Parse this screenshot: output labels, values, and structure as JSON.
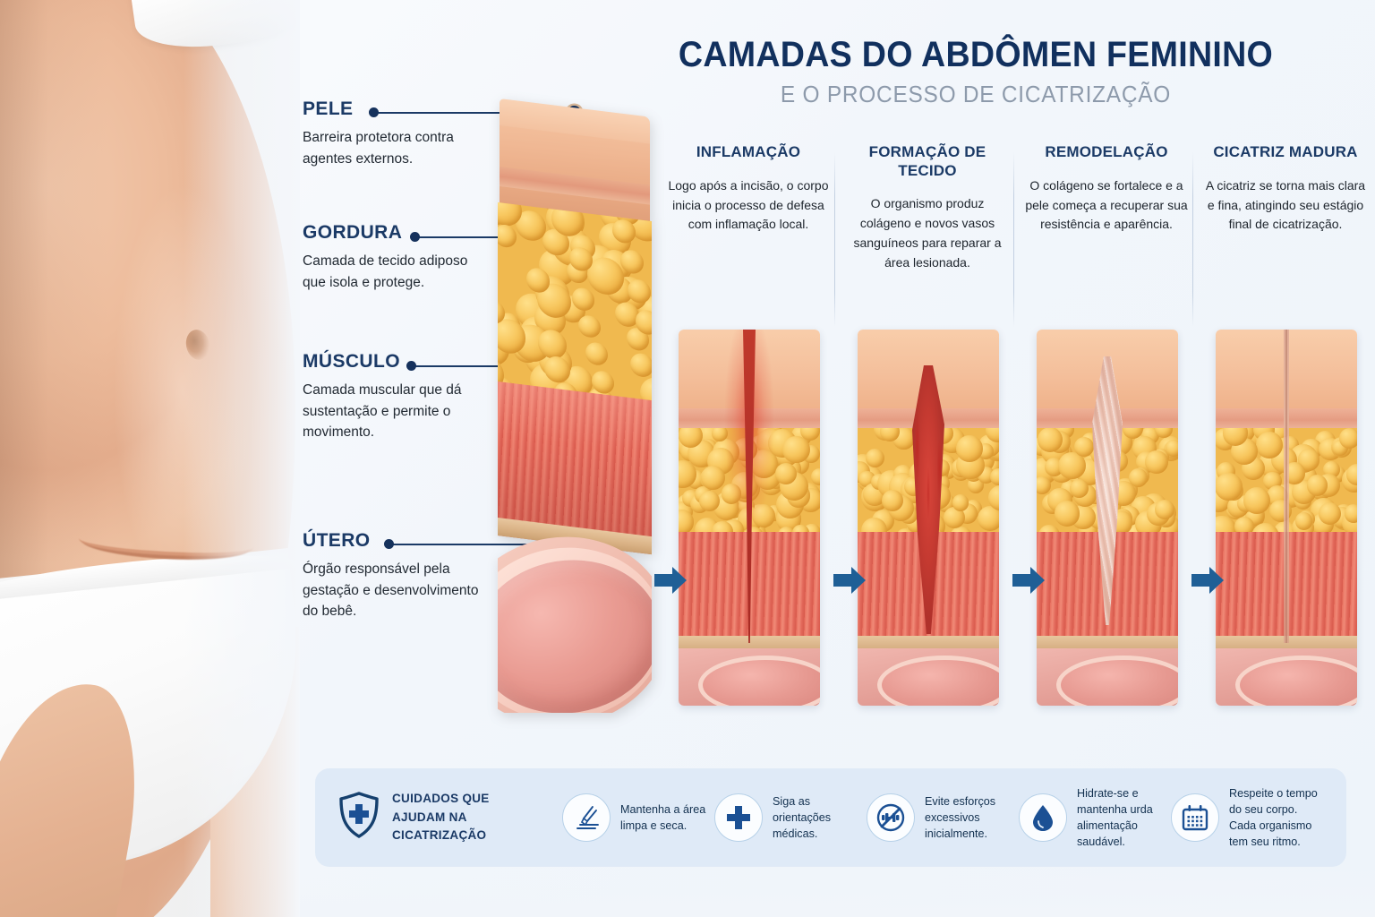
{
  "header": {
    "title": "CAMADAS DO ABDÔMEN FEMININO",
    "subtitle": "E O PROCESSO DE CICATRIZAÇÃO"
  },
  "colors": {
    "navy": "#11305e",
    "label_blue": "#1b3a66",
    "arrow_blue": "#1f5f96",
    "care_bar_bg": "#dfeaf7",
    "skin": "#f2bf9c",
    "fat": "#f0b94f",
    "muscle": "#e2685a",
    "uterus": "#e49f97"
  },
  "layers": [
    {
      "title": "PELE",
      "description": "Barreira protetora contra agentes externos."
    },
    {
      "title": "GORDURA",
      "description": "Camada de tecido adiposo que isola e protege."
    },
    {
      "title": "MÚSCULO",
      "description": "Camada muscular que dá sustentação e permite o movimento."
    },
    {
      "title": "ÚTERO",
      "description": "Órgão responsável pela gestação e desenvolvimento do bebê."
    }
  ],
  "stages": [
    {
      "title": "INFLAMAÇÃO",
      "description": "Logo após a incisão, o corpo inicia o processo de defesa com inflamação local.",
      "image_name": "wound-open-inflamed"
    },
    {
      "title": "FORMAÇÃO DE TECIDO",
      "description": "O organismo produz colágeno e novos vasos sanguíneos para reparar a área lesionada.",
      "image_name": "wound-granulation-tissue"
    },
    {
      "title": "REMODELAÇÃO",
      "description": "O colágeno se fortalece e a pele começa a recuperar sua resistência e aparência.",
      "image_name": "wound-collagen-remodeling"
    },
    {
      "title": "CICATRIZ MADURA",
      "description": "A cicatriz se torna mais clara e fina, atingindo seu estágio final de cicatrização.",
      "image_name": "wound-mature-scar"
    }
  ],
  "care": {
    "heading_line1": "CUIDADOS QUE",
    "heading_line2": "AJUDAM NA CICATRIZAÇÃO",
    "heading_icon": "shield-cross-icon",
    "tips": [
      {
        "icon": "tweezers-clean-icon",
        "text": "Mantenha a área limpa e seca."
      },
      {
        "icon": "medical-cross-icon",
        "text": "Siga as orientações médicas."
      },
      {
        "icon": "no-exercise-icon",
        "text": "Evite esforços excessivos inicialmente."
      },
      {
        "icon": "water-drop-icon",
        "text": "Hidrate-se e mantenha urda alimentação saudável."
      },
      {
        "icon": "calendar-icon",
        "text": "Respeite o tempo do seu corpo. Cada organismo tem seu ritmo."
      }
    ]
  }
}
